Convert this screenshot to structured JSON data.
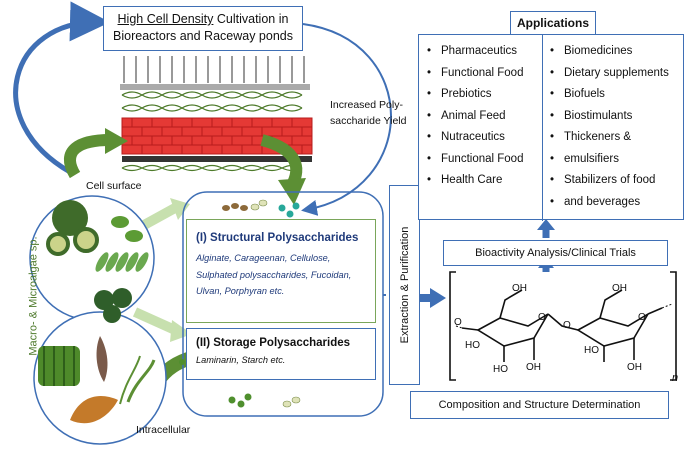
{
  "top": {
    "title_underlined": "High Cell Density",
    "title_rest": " Cultivation in Bioreactors and Raceway ponds",
    "yield_line1": "Increased Poly-",
    "yield_line2": "saccharide Yield",
    "cell_surface": "Cell surface",
    "intracellular": "Intracellular",
    "side_label": "Macro- & Microalgae sp."
  },
  "structural": {
    "title": "(I) Structural Polysaccharides",
    "line1": "Alginate, Carageenan, Cellulose,",
    "line2": "Sulphated polysaccharides, Fucoidan,",
    "line3": "Ulvan, Porphyran etc."
  },
  "storage": {
    "title": "(II) Storage Polysaccharides",
    "text": "Laminarin, Starch etc."
  },
  "process": {
    "extraction": "Extraction & Purification",
    "bioactivity": "Bioactivity Analysis/Clinical Trials",
    "composition": "Composition and Structure Determination"
  },
  "applications": {
    "title": "Applications",
    "left": [
      "Pharmaceutics",
      "Functional Food",
      "Prebiotics",
      "Animal Feed",
      "Nutraceutics",
      "Functional Food",
      "Health Care"
    ],
    "right": [
      "Biomedicines",
      "Dietary supplements",
      "Biofuels",
      "Biostimulants",
      "Thickeners &",
      "emulsifiers",
      "Stabilizers of food",
      "and beverages"
    ]
  },
  "structure": {
    "oh_labels": [
      "OH",
      "O",
      "HO",
      "HO",
      "OH",
      "O",
      "OH",
      "O",
      "HO",
      "OH",
      "O"
    ],
    "n": "n"
  },
  "colors": {
    "accent_blue": "#3f6fb5",
    "green": "#5c8f34",
    "red_cells": "#e53935"
  }
}
